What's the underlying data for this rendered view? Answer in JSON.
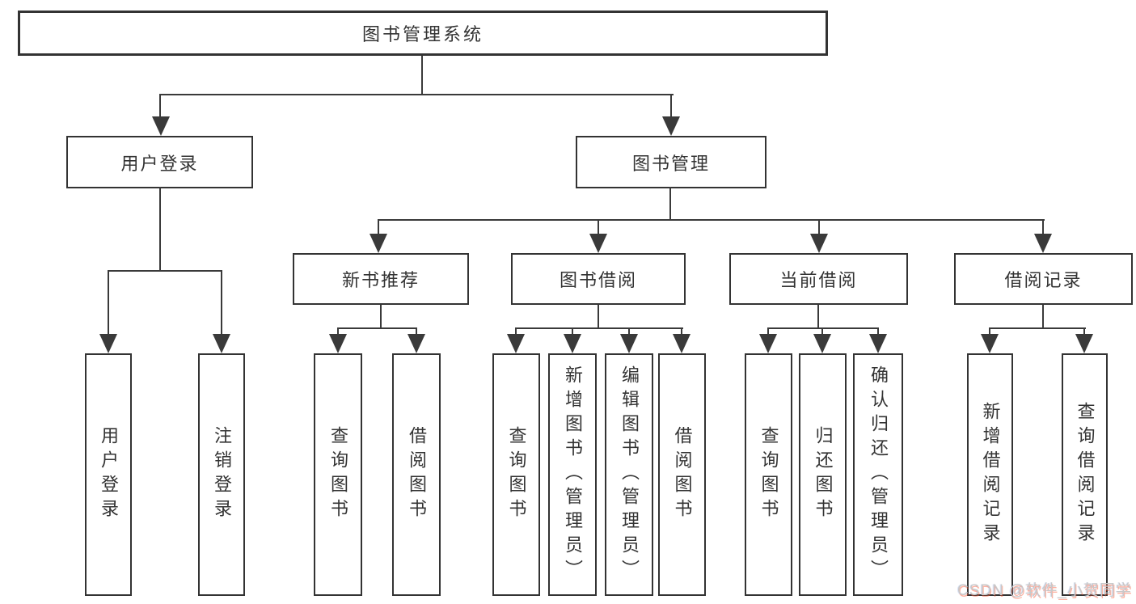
{
  "watermark": "CSDN @软件_小贺同学",
  "colors": {
    "line": "#3a3a3a",
    "box_border": "#333333",
    "text": "#333333",
    "background": "#ffffff",
    "watermark_text": "#c9c9c9",
    "watermark_shadow": "#fc5531"
  },
  "tree": {
    "label": "图书管理系统",
    "children": [
      {
        "label": "用户登录",
        "children": [
          {
            "label": "用户登录"
          },
          {
            "label": "注销登录"
          }
        ]
      },
      {
        "label": "图书管理",
        "children": [
          {
            "label": "新书推荐",
            "children": [
              {
                "label": "查询图书"
              },
              {
                "label": "借阅图书"
              }
            ]
          },
          {
            "label": "图书借阅",
            "children": [
              {
                "label": "查询图书"
              },
              {
                "label": "新增图书（管理员）"
              },
              {
                "label": "编辑图书（管理员）"
              },
              {
                "label": "借阅图书"
              }
            ]
          },
          {
            "label": "当前借阅",
            "children": [
              {
                "label": "查询图书"
              },
              {
                "label": "归还图书"
              },
              {
                "label": "确认归还（管理员）"
              }
            ]
          },
          {
            "label": "借阅记录",
            "children": [
              {
                "label": "新增借阅记录"
              },
              {
                "label": "查询借阅记录"
              }
            ]
          }
        ]
      }
    ]
  }
}
